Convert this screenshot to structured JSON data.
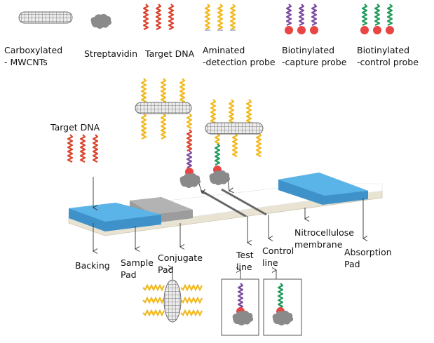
{
  "legend": [
    {
      "name": "carboxylated-mwcnts",
      "line1": "Carboxylated",
      "line2": "- MWCNTs"
    },
    {
      "name": "streptavidin",
      "line1": "Streptavidin",
      "line2": ""
    },
    {
      "name": "target-dna",
      "line1": "Target DNA",
      "line2": ""
    },
    {
      "name": "aminated-detection-probe",
      "line1": "Aminated",
      "line2": "-detection probe"
    },
    {
      "name": "biotinylated-capture-probe",
      "line1": "Biotinylated",
      "line2": "-capture probe"
    },
    {
      "name": "biotinylated-control-probe",
      "line1": "Biotinylated",
      "line2": "-control probe"
    }
  ],
  "strip_labels": {
    "target_dna": "Target DNA",
    "backing": "Backing",
    "sample_pad_1": "Sample",
    "sample_pad_2": "Pad",
    "conjugate_pad_1": "Conjugate",
    "conjugate_pad_2": "Pad",
    "test_line_1": "Test",
    "test_line_2": "line",
    "control_line_1": "Control",
    "control_line_2": "line",
    "nitrocellulose_1": "Nitrocellulose",
    "nitrocellulose_2": "membrane",
    "absorption_pad_1": "Absorption",
    "absorption_pad_2": "Pad"
  },
  "colors": {
    "target_dna": "#d9432b",
    "detection_probe": "#f2b91e",
    "capture_probe": "#7a4a9e",
    "control_probe": "#1f9a5a",
    "biotin": "#e84545",
    "streptavidin": "#8a8a8a",
    "pad_blue": "#5bb4e8",
    "pad_blue_dark": "#3f92c9",
    "conjugate_gray": "#9c9c9c",
    "backing": "#e9e3d3"
  }
}
